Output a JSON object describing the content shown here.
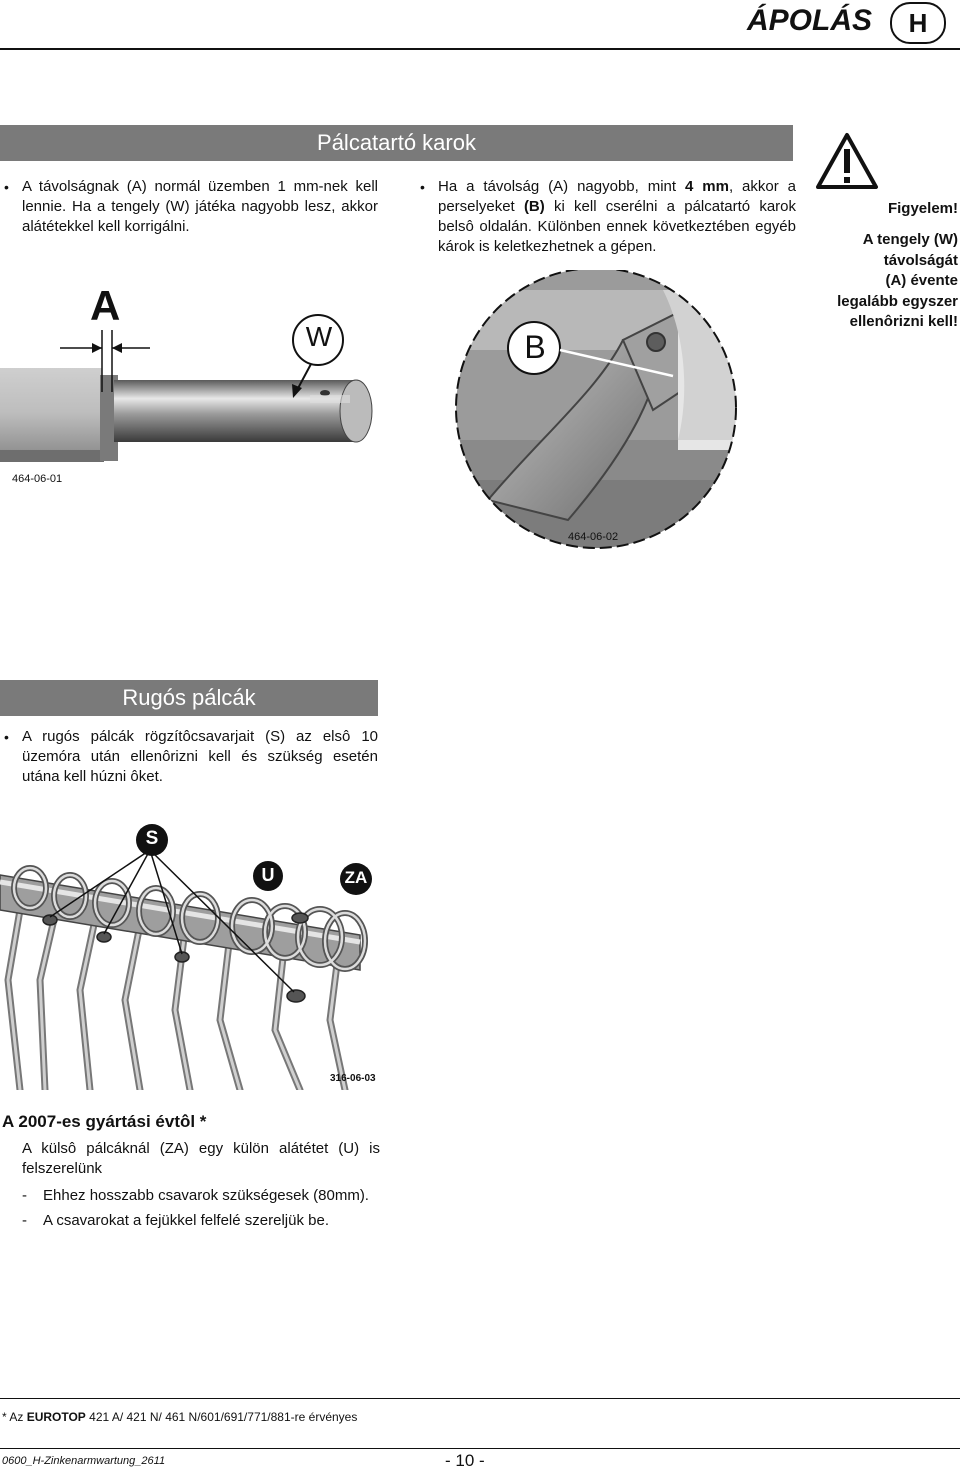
{
  "header": {
    "title": "ÁPOLÁS",
    "letter": "H"
  },
  "section1": {
    "title": "Pálcatartó karok",
    "bullet_left": "A távolságnak (A) normál üzemben 1 mm-nek kell lennie. Ha a tengely (W) játéka nagyobb lesz, akkor alátétekkel kell korrigálni.",
    "bullet_mid_parts": [
      "Ha a távolság (A) nagyobb, mint ",
      "4 mm",
      ", akkor a perselyeket ",
      "(B)",
      " ki kell cserélni a pálcatartó karok belsô oldalán. Különben ennek következtében egyéb károk is keletkezhetnek a gépen."
    ],
    "warning": {
      "title": "Figyelem!",
      "lines": [
        "A tengely (W)",
        "távolságát",
        "(A) évente",
        "legalább egyszer",
        "ellenôrizni kell!"
      ]
    },
    "figure1": {
      "label_a": "A",
      "label_w": "W",
      "code": "464-06-01"
    },
    "figure2": {
      "label_b": "B",
      "code": "464-06-02"
    }
  },
  "section2": {
    "title": "Rugós pálcák",
    "bullet": "A rugós pálcák rögzítôcsavarjait (S) az elsô 10 üzemóra után ellenôrizni kell és szükség esetén utána kell húzni ôket.",
    "figure3": {
      "label_s": "S",
      "label_u": "U",
      "label_za": "ZA",
      "code": "316-06-03"
    }
  },
  "section3": {
    "heading": "A 2007-es gyártási évtôl *",
    "para": "A külsô pálcáknál (ZA) egy külön alátétet (U) is felszerelünk",
    "dash1": "Ehhez hosszabb csavarok szükségesek (80mm).",
    "dash2": "A csavarokat a fejükkel felfelé szereljük be."
  },
  "footnote": {
    "prefix": "* Az ",
    "brand": "EUROTOP",
    "suffix": " 421 A/ 421 N/ 461 N/601/691/771/881-re érvényes"
  },
  "footer": {
    "doc_id": "0600_H-Zinkenarmwartung_2611",
    "page": "- 10 -"
  }
}
